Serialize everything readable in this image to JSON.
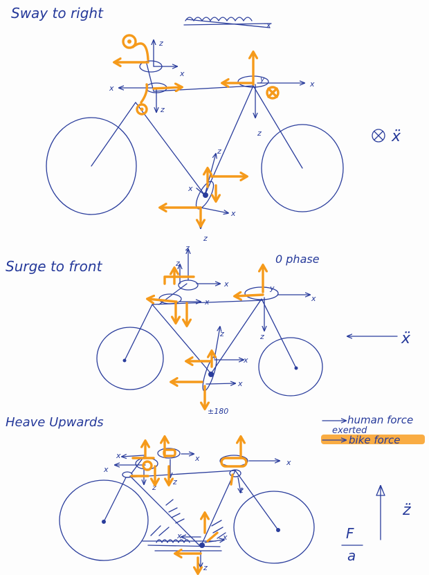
{
  "sections": [
    {
      "title": "Sway to right"
    },
    {
      "title": "Surge to front",
      "note": "0 phase"
    },
    {
      "title": "Heave Upwards"
    }
  ],
  "axes": {
    "x": "x",
    "y": "y",
    "z": "z"
  },
  "sway_symbol": "ẍ",
  "surge_symbol": "ẍ",
  "heave_symbol": "z̈",
  "phase_label": "±180",
  "legend": {
    "human_force": "human force",
    "exerted": "exerted",
    "bike_force": "bike force"
  },
  "formula": {
    "numerator": "F",
    "denominator": "a"
  },
  "colors": {
    "ink": "#2a3d9c",
    "force_arrow": "#f59a1b",
    "highlight": "#f8a533"
  }
}
